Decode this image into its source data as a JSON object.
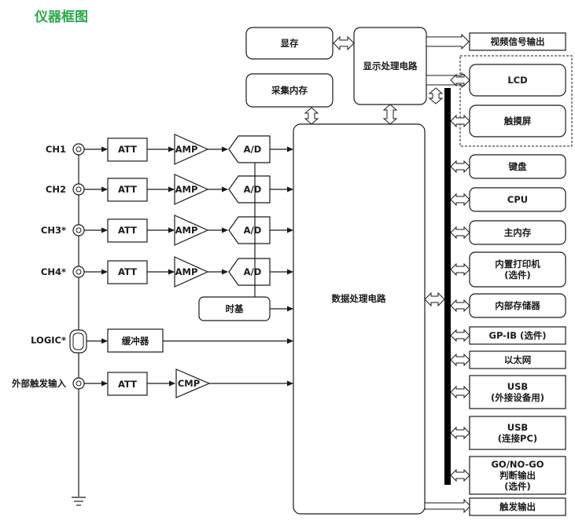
{
  "title": "仪器框图",
  "colors": {
    "title": "#2aa84a",
    "line": "#1a1a1a",
    "bus": "#000000"
  },
  "inputs": {
    "ch1": "CH1",
    "ch2": "CH2",
    "ch3": "CH3*",
    "ch4": "CH4*",
    "logic": "LOGIC*",
    "ext_trigger": "外部触发输入"
  },
  "blocks": {
    "att": "ATT",
    "amp": "AMP",
    "adc": "A/D",
    "timebase": "时基",
    "buffer": "缓冲器",
    "cmp": "CMP",
    "display_mem": "显存",
    "acq_mem": "采集内存",
    "display_proc": "显示处理电路",
    "data_proc": "数据处理电路"
  },
  "peripherals": {
    "video_out": "视频信号输出",
    "lcd": "LCD",
    "touch": "触摸屏",
    "keyboard": "键盘",
    "cpu": "CPU",
    "main_mem": "主内存",
    "printer_1": "内置打印机",
    "printer_2": "(选件)",
    "internal_storage": "内部存储器",
    "gpib": "GP-IB (选件)",
    "ethernet": "以太网",
    "usb_device_1": "USB",
    "usb_device_2": "(外接设备用)",
    "usb_pc_1": "USB",
    "usb_pc_2": "(连接PC)",
    "gonogo_1": "GO/NO-GO",
    "gonogo_2": "判断输出",
    "gonogo_3": "(选件)",
    "trigger_out": "触发输出"
  }
}
